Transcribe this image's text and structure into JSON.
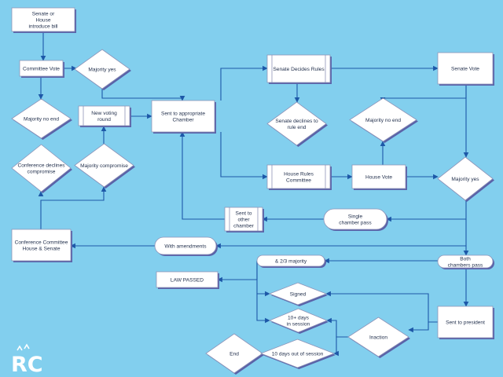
{
  "colors": {
    "background": "#82cfee",
    "node_fill": "#ffffff",
    "node_stroke": "#8e94b8",
    "shadow": "#5a62a8",
    "edge": "#1d58a8",
    "text": "#1f2d4a"
  },
  "logo": {
    "text": "RC"
  },
  "nodes": [
    {
      "id": "introduce",
      "shape": "rect",
      "lines": [
        "Senate or",
        "House",
        "introduce bill"
      ]
    },
    {
      "id": "committee-vote",
      "shape": "rect",
      "lines": [
        "Committee Vote"
      ]
    },
    {
      "id": "majority-yes-1",
      "shape": "diamond",
      "lines": [
        "Majority yes"
      ]
    },
    {
      "id": "majority-no-end-1",
      "shape": "diamond",
      "lines": [
        "Majority no end"
      ]
    },
    {
      "id": "new-voting-round",
      "shape": "process",
      "lines": [
        "New voting",
        "round"
      ]
    },
    {
      "id": "sent-to-chamber",
      "shape": "rect",
      "lines": [
        "Sent to appropriate",
        "Chamber"
      ]
    },
    {
      "id": "conference-declines",
      "shape": "diamond",
      "lines": [
        "Conference declines",
        "compromise"
      ]
    },
    {
      "id": "majority-compromise",
      "shape": "diamond",
      "lines": [
        "Majority compromise"
      ]
    },
    {
      "id": "senate-decides-rules",
      "shape": "process",
      "lines": [
        "Senate Decides Rules"
      ]
    },
    {
      "id": "senate-vote",
      "shape": "rect",
      "lines": [
        "Senate Vote"
      ]
    },
    {
      "id": "senate-declines",
      "shape": "diamond",
      "lines": [
        "Senate declines to",
        "rule end"
      ]
    },
    {
      "id": "majority-no-end-2",
      "shape": "diamond",
      "lines": [
        "Majority no end"
      ]
    },
    {
      "id": "house-rules-committee",
      "shape": "process",
      "lines": [
        "House Rules",
        "Committee"
      ]
    },
    {
      "id": "house-vote",
      "shape": "rect",
      "lines": [
        "House Vote"
      ]
    },
    {
      "id": "majority-yes-2",
      "shape": "diamond",
      "lines": [
        "Majority yes"
      ]
    },
    {
      "id": "sent-to-other",
      "shape": "process",
      "lines": [
        "Sent to",
        "other",
        "chamber"
      ]
    },
    {
      "id": "single-chamber-pass",
      "shape": "pill",
      "lines": [
        "Single",
        "chamber pass"
      ]
    },
    {
      "id": "conference-committee",
      "shape": "rect",
      "lines": [
        "Conference Committee",
        "House & Senate"
      ]
    },
    {
      "id": "with-amendments",
      "shape": "pill",
      "lines": [
        "With amendments"
      ]
    },
    {
      "id": "two-thirds-majority",
      "shape": "pill",
      "lines": [
        "& 2/3 majority"
      ]
    },
    {
      "id": "both-chambers-pass",
      "shape": "pill",
      "lines": [
        "Both",
        "chambers pass"
      ]
    },
    {
      "id": "law-passed",
      "shape": "rect",
      "lines": [
        "LAW PASSED"
      ]
    },
    {
      "id": "signed",
      "shape": "diamond",
      "lines": [
        "Signed"
      ]
    },
    {
      "id": "ten-days-in-session",
      "shape": "diamond",
      "lines": [
        "10+ days",
        "in session"
      ]
    },
    {
      "id": "sent-to-president",
      "shape": "rect",
      "lines": [
        "Sent to president"
      ]
    },
    {
      "id": "inaction",
      "shape": "diamond",
      "lines": [
        "Inaction"
      ]
    },
    {
      "id": "end",
      "shape": "diamond",
      "lines": [
        "End"
      ]
    },
    {
      "id": "ten-days-out",
      "shape": "diamond",
      "lines": [
        "10 days out of session"
      ]
    }
  ]
}
